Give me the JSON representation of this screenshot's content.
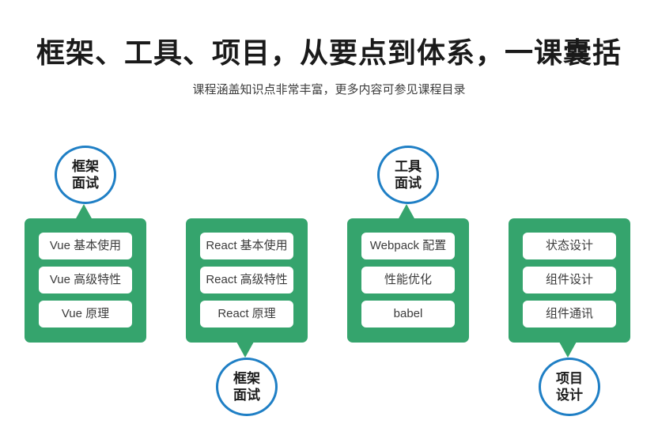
{
  "header": {
    "title": "框架、工具、项目，从要点到体系，一课囊括",
    "subtitle": "课程涵盖知识点非常丰富，更多内容可参见课程目录"
  },
  "theme": {
    "panel_green": "#35a46d",
    "bubble_blue": "#1f7fc5",
    "chip_white": "#ffffff",
    "text_dark": "#1a1a1a",
    "chip_text": "#3b3b3b"
  },
  "columns": [
    {
      "bubble_position": "top",
      "bubble": {
        "line1": "框架",
        "line2": "面试"
      },
      "items": [
        "Vue 基本使用",
        "Vue 高级特性",
        "Vue 原理"
      ]
    },
    {
      "bubble_position": "bottom",
      "bubble": {
        "line1": "框架",
        "line2": "面试"
      },
      "items": [
        "React 基本使用",
        "React 高级特性",
        "React 原理"
      ]
    },
    {
      "bubble_position": "top",
      "bubble": {
        "line1": "工具",
        "line2": "面试"
      },
      "items": [
        "Webpack 配置",
        "性能优化",
        "babel"
      ]
    },
    {
      "bubble_position": "bottom",
      "bubble": {
        "line1": "项目",
        "line2": "设计"
      },
      "items": [
        "状态设计",
        "组件设计",
        "组件通讯"
      ]
    }
  ]
}
